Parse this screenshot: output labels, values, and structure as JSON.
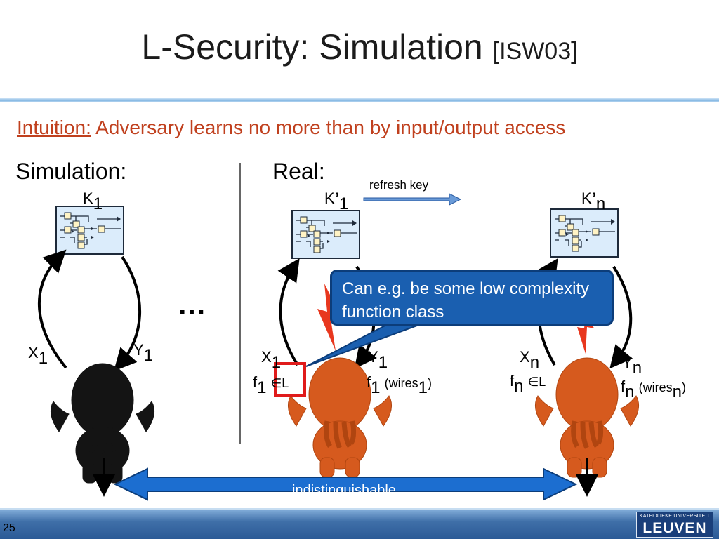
{
  "title": {
    "main": "L-Security: Simulation",
    "ref": "[ISW03]"
  },
  "intuition": {
    "label": "Intuition:",
    "text": "Adversary learns no more than by input/output access"
  },
  "simulation": {
    "heading": "Simulation:",
    "key": "K",
    "key_sub": "1",
    "x": "X",
    "x_sub": "1",
    "y": "Y",
    "y_sub": "1"
  },
  "ellipsis": "…",
  "real": {
    "heading": "Real:",
    "refresh": "refresh key",
    "left": {
      "key": "K",
      "key_mark": "’",
      "key_sub": "1",
      "x": "X",
      "x_sub": "1",
      "y": "Y",
      "y_sub": "1",
      "f": "f",
      "f_sub": "1",
      "in_l": "∈L",
      "fw": "f",
      "fw_sub": "1",
      "wires": "(wires",
      "wires_sub": "1",
      "close": ")"
    },
    "right": {
      "key": "K",
      "key_mark": "’",
      "key_sub": "n",
      "x": "X",
      "x_sub": "n",
      "y": "Y",
      "y_sub": "n",
      "f": "f",
      "f_sub": "n",
      "in_l": "∈L",
      "fw": "f",
      "fw_sub": "n",
      "wires": "(wires",
      "wires_sub": "n",
      "close": ")"
    }
  },
  "callout": "Can e.g. be some low complexity function class",
  "indistinguishable": "indistinguishable",
  "page_number": "25",
  "logo": {
    "small": "KATHOLIEKE UNIVERSITEIT",
    "big": "LEUVEN"
  },
  "colors": {
    "accent_blue": "#1a5fb0",
    "intuition": "#c0401e",
    "leak": "#e8371e",
    "highlight": "#e01b1b"
  }
}
